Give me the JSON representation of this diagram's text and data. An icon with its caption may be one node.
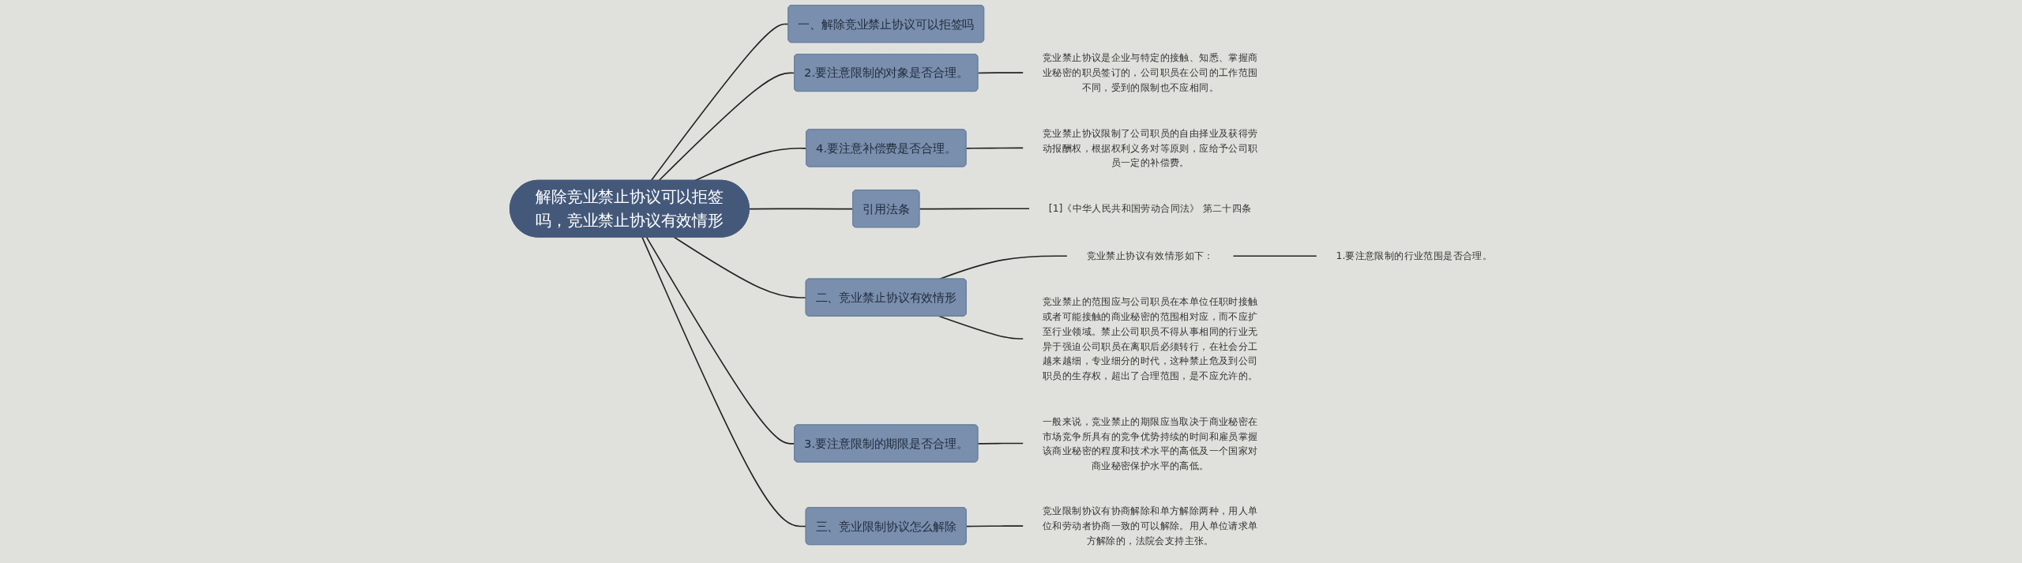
{
  "diagram": {
    "nodes": [
      {
        "text": [
          "解除竞业禁止协议可以拒签吗，竞业禁止协议有效情形"
        ]
      },
      {
        "text": [
          "一、解除竞业禁止协议可以拒签吗"
        ]
      },
      {
        "text": [
          "2.要注意限制的对象是否合理。"
        ]
      },
      {
        "text": [
          "竞业禁止协议是企业与特定的接触、知悉、掌握商业秘密的职员签订的，公司职员在公司的工作范围不同，受到的限制也不应相同。"
        ]
      },
      {
        "text": [
          "4.要注意补偿费是否合理。"
        ]
      },
      {
        "text": [
          "竞业禁止协议限制了公司职员的自由择业及获得劳动报酬权，根据权利义务对等原则，应给予公司职员一定的补偿费。"
        ]
      },
      {
        "text": [
          "引用法条"
        ]
      },
      {
        "text": [
          "[1]《中华人民共和国劳动合同法》 第二十四条"
        ]
      },
      {
        "text": [
          "二、竞业禁止协议有效情形"
        ]
      },
      {
        "text": [
          "竞业禁止协议有效情形如下："
        ]
      },
      {
        "text": [
          "1.要注意限制的行业范围是否合理。"
        ]
      },
      {
        "text": [
          "竞业禁止的范围应与公司职员在本单位任职时接触或者可能接触的商业秘密的范围相对应，而不应扩至行业领域。禁止公司职员不得从事相同的行业无异于强迫公司职员在离职后必须转行，在社会分工越来越细，专业细分的时代，这种禁止危及到公司职员的生存权，超出了合理范围，是不应允许的。"
        ]
      },
      {
        "text": [
          "3.要注意限制的期限是否合理。"
        ]
      },
      {
        "text": [
          "一般来说，竞业禁止的期限应当取决于商业秘密在市场竞争所具有的竞争优势持续的时间和雇员掌握该商业秘密的程度和技术水平的高低及一个国家对商业秘密保护水平的高低。"
        ]
      },
      {
        "text": [
          "三、竞业限制协议怎么解除"
        ]
      },
      {
        "text": [
          "竞业限制协议有协商解除和单方解除两种，用人单位和劳动者协商一致的可以解除。用人单位请求单方解除的，法院会支持主张。"
        ]
      }
    ],
    "edges": [
      {
        "from": 0,
        "to": 1,
        "arrow": "none"
      },
      {
        "from": 0,
        "to": 2,
        "arrow": "none"
      },
      {
        "from": 2,
        "to": 3,
        "arrow": "none"
      },
      {
        "from": 0,
        "to": 4,
        "arrow": "none"
      },
      {
        "from": 4,
        "to": 5,
        "arrow": "none"
      },
      {
        "from": 0,
        "to": 6,
        "arrow": "none"
      },
      {
        "from": 6,
        "to": 7,
        "arrow": "none"
      },
      {
        "from": 0,
        "to": 8,
        "arrow": "none"
      },
      {
        "from": 8,
        "to": 9,
        "arrow": "none"
      },
      {
        "from": 9,
        "to": 10,
        "arrow": "none"
      },
      {
        "from": 8,
        "to": 11,
        "arrow": "none"
      },
      {
        "from": 0,
        "to": 12,
        "arrow": "none"
      },
      {
        "from": 12,
        "to": 13,
        "arrow": "none"
      },
      {
        "from": 0,
        "to": 14,
        "arrow": "none"
      },
      {
        "from": 14,
        "to": 15,
        "arrow": "none"
      }
    ]
  }
}
